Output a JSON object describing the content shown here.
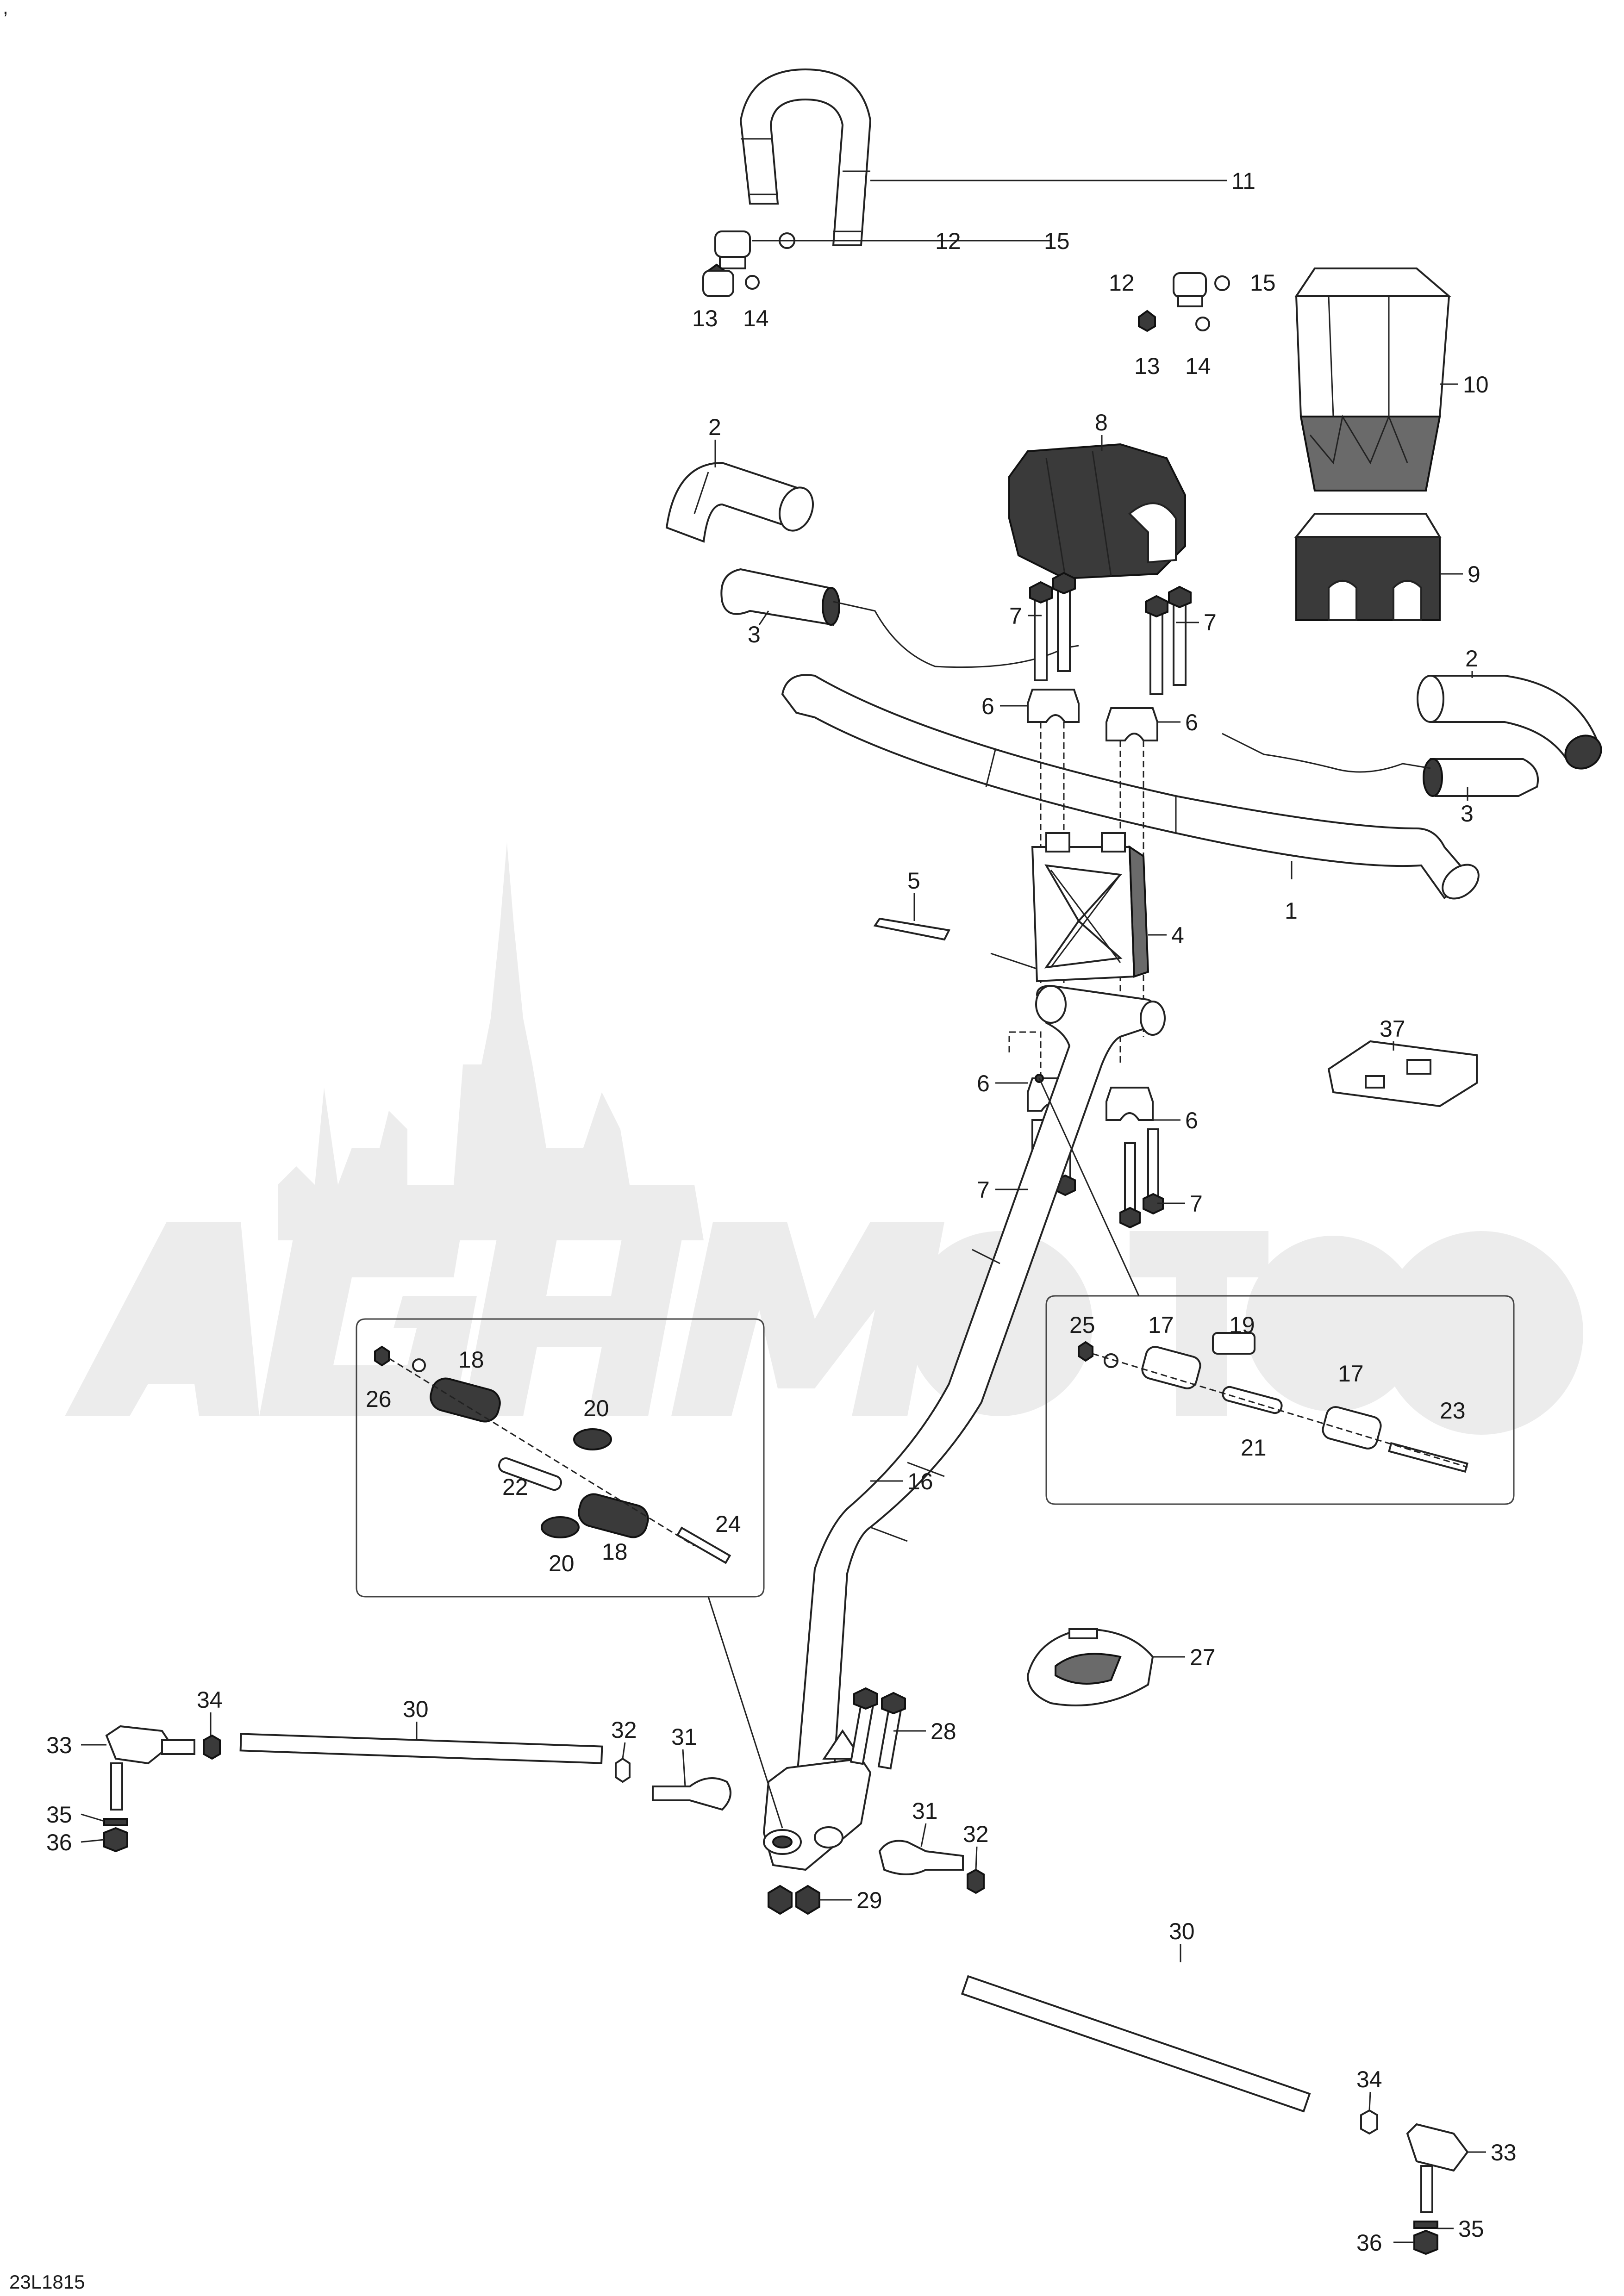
{
  "diagram": {
    "corner_mark": ",",
    "drawing_code": "23L1815",
    "watermark_text": "AGH Moto",
    "callouts": [
      {
        "id": "c11",
        "text": "11"
      },
      {
        "id": "c12a",
        "text": "12"
      },
      {
        "id": "c15a",
        "text": "15"
      },
      {
        "id": "c13a",
        "text": "13"
      },
      {
        "id": "c14a",
        "text": "14"
      },
      {
        "id": "c12b",
        "text": "12"
      },
      {
        "id": "c15b",
        "text": "15"
      },
      {
        "id": "c13b",
        "text": "13"
      },
      {
        "id": "c14b",
        "text": "14"
      },
      {
        "id": "c10",
        "text": "10"
      },
      {
        "id": "c2a",
        "text": "2"
      },
      {
        "id": "c8",
        "text": "8"
      },
      {
        "id": "c9",
        "text": "9"
      },
      {
        "id": "c3a",
        "text": "3"
      },
      {
        "id": "c7a",
        "text": "7"
      },
      {
        "id": "c7b",
        "text": "7"
      },
      {
        "id": "c2b",
        "text": "2"
      },
      {
        "id": "c6a",
        "text": "6"
      },
      {
        "id": "c6b",
        "text": "6"
      },
      {
        "id": "c3b",
        "text": "3"
      },
      {
        "id": "c5",
        "text": "5"
      },
      {
        "id": "c4",
        "text": "4"
      },
      {
        "id": "c1",
        "text": "1"
      },
      {
        "id": "c37",
        "text": "37"
      },
      {
        "id": "c6c",
        "text": "6"
      },
      {
        "id": "c6d",
        "text": "6"
      },
      {
        "id": "c7c",
        "text": "7"
      },
      {
        "id": "c7d",
        "text": "7"
      },
      {
        "id": "c25",
        "text": "25"
      },
      {
        "id": "c17a",
        "text": "17"
      },
      {
        "id": "c19",
        "text": "19"
      },
      {
        "id": "c17b",
        "text": "17"
      },
      {
        "id": "c23",
        "text": "23"
      },
      {
        "id": "c21",
        "text": "21"
      },
      {
        "id": "c18a",
        "text": "18"
      },
      {
        "id": "c26",
        "text": "26"
      },
      {
        "id": "c20a",
        "text": "20"
      },
      {
        "id": "c22",
        "text": "22"
      },
      {
        "id": "c24",
        "text": "24"
      },
      {
        "id": "c20b",
        "text": "20"
      },
      {
        "id": "c18b",
        "text": "18"
      },
      {
        "id": "c16",
        "text": "16"
      },
      {
        "id": "c27",
        "text": "27"
      },
      {
        "id": "c34a",
        "text": "34"
      },
      {
        "id": "c30a",
        "text": "30"
      },
      {
        "id": "c33a",
        "text": "33"
      },
      {
        "id": "c32a",
        "text": "32"
      },
      {
        "id": "c31a",
        "text": "31"
      },
      {
        "id": "c28",
        "text": "28"
      },
      {
        "id": "c35a",
        "text": "35"
      },
      {
        "id": "c36a",
        "text": "36"
      },
      {
        "id": "c31b",
        "text": "31"
      },
      {
        "id": "c32b",
        "text": "32"
      },
      {
        "id": "c29",
        "text": "29"
      },
      {
        "id": "c30b",
        "text": "30"
      },
      {
        "id": "c34b",
        "text": "34"
      },
      {
        "id": "c33b",
        "text": "33"
      },
      {
        "id": "c35b",
        "text": "35"
      },
      {
        "id": "c36b",
        "text": "36"
      }
    ]
  }
}
